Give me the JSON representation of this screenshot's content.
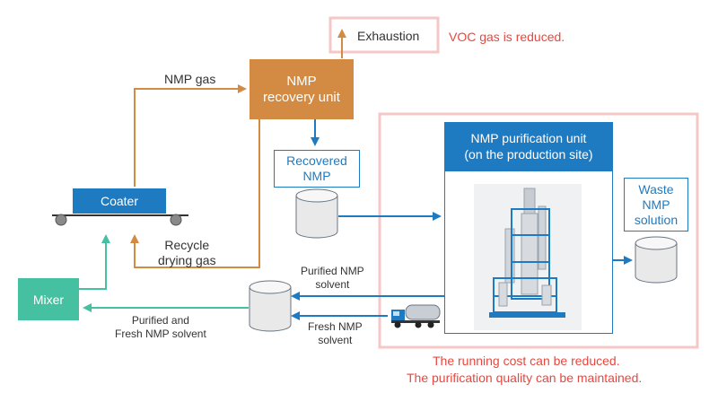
{
  "nodes": {
    "exhaustion": "Exhaustion",
    "voc_note": "VOC gas is reduced.",
    "nmp_recovery_unit": {
      "line1": "NMP",
      "line2": "recovery unit"
    },
    "recovered_nmp": {
      "line1": "Recovered",
      "line2": "NMP"
    },
    "coater": "Coater",
    "mixer": "Mixer",
    "purification_unit": {
      "line1": "NMP purification unit",
      "line2": "(on the production site)"
    },
    "waste_nmp": {
      "line1": "Waste",
      "line2": "NMP",
      "line3": "solution"
    }
  },
  "labels": {
    "nmp_gas": "NMP gas",
    "recycle_drying_gas": {
      "line1": "Recycle",
      "line2": "drying gas"
    },
    "purified_nmp_solvent": {
      "line1": "Purified NMP",
      "line2": "solvent"
    },
    "fresh_nmp_solvent": {
      "line1": "Fresh NMP",
      "line2": "solvent"
    },
    "purified_and_fresh": {
      "line1": "Purified and",
      "line2": "Fresh NMP solvent"
    }
  },
  "notes": {
    "cost": "The running cost can be reduced.",
    "quality": "The purification quality can be maintained."
  },
  "colors": {
    "orange": "#d38a43",
    "blue": "#1f7bc1",
    "green": "#45c0a0",
    "pink_frame": "#f5c7c7",
    "red_text": "#e8473f"
  }
}
